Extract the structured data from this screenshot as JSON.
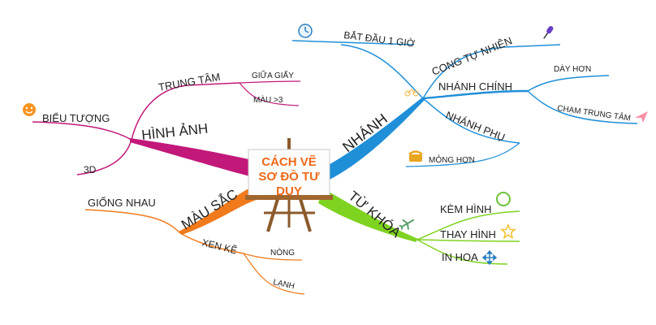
{
  "center": {
    "line1": "CÁCH VẼ",
    "line2": "SƠ ĐỒ TƯ",
    "line3": "DUY",
    "text_color": "#ee6a1a"
  },
  "branches": {
    "nhanh": {
      "label": "NHÁNH",
      "color": "#1f8fd8",
      "bat_dau": "BẮT ĐẦU 1 GIỜ",
      "cong_tu_nhien": "CONG TỰ NHIÊN",
      "nhanh_chinh": "NHÁNH CHÍNH",
      "day_hon": "DÀY HƠN",
      "cham_trung_tam": "CHẠM TRUNG TÂM",
      "nhanh_phu": "NHÁNH PHỤ",
      "mong_hon": "MỎNG HƠN"
    },
    "tu_khoa": {
      "label": "TỪ KHÓA",
      "color": "#7ed321",
      "kem_hinh": "KÈM HÌNH",
      "thay_hinh": "THAY HÌNH",
      "in_hoa": "IN HOA"
    },
    "mau_sac": {
      "label": "MÀU SẮC",
      "color": "#f07a1c",
      "giong_nhau": "GIỐNG NHAU",
      "xem_ke": "XEN KẼ",
      "nong": "NÓNG",
      "lanh": "LẠNH"
    },
    "hinh_anh": {
      "label": "HÌNH ẢNH",
      "color": "#c2187a",
      "trung_tam": "TRUNG TÂM",
      "giua_giay": "GIỮA GIẤY",
      "mau_3": "MÀU >3",
      "bieu_tuong": "BIỂU TƯỢNG",
      "three_d": "3D"
    }
  },
  "icons": {
    "clock": "clock-icon",
    "microphone": "microphone-icon",
    "bicycle": "bicycle-icon",
    "paper_plane": "paper-plane-icon",
    "telephone": "telephone-icon",
    "airplane": "airplane-icon",
    "circle": "circle-icon",
    "star": "star-icon",
    "move": "move-arrows-icon",
    "smiley": "smiley-icon",
    "easel": "easel-icon"
  }
}
